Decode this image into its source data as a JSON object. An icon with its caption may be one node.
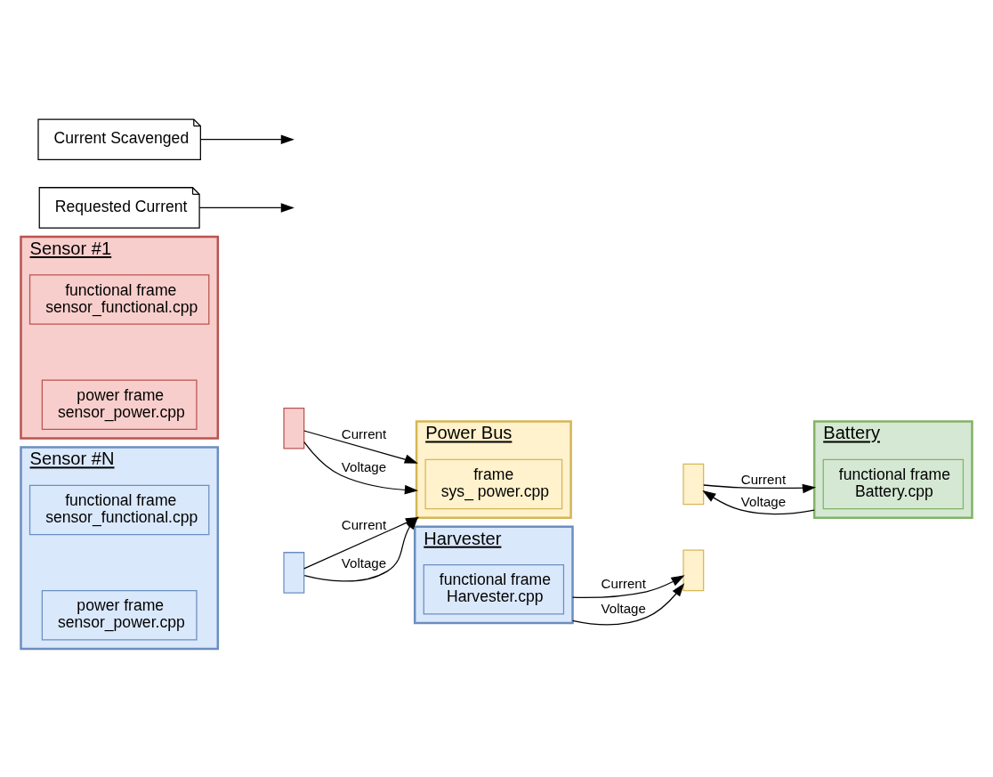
{
  "diagram": {
    "nodes": [
      {
        "text": [
          "Sensor #1"
        ]
      },
      {
        "text": [
          "functional frame",
          "sensor_functional.cpp"
        ],
        "in": 0
      },
      {
        "text": [
          "power frame",
          "sensor_power.cpp"
        ],
        "in": 0
      },
      {
        "text": [],
        "shape": "box"
      },
      {
        "text": [
          "Power Bus"
        ]
      },
      {
        "text": [
          "frame",
          "sys_ power.cpp"
        ],
        "in": 4
      },
      {
        "text": [],
        "shape": "box"
      },
      {
        "text": [],
        "shape": "box"
      },
      {
        "text": [
          "Requested Current"
        ]
      },
      {
        "text": [
          "Battery"
        ]
      },
      {
        "text": [
          "functional frame",
          "Battery.cpp"
        ],
        "in": 9
      },
      {
        "text": [
          "Current Scavenged"
        ]
      },
      {
        "text": [
          "Harvester"
        ]
      },
      {
        "text": [
          "functional frame",
          "Harvester.cpp"
        ],
        "in": 12
      },
      {
        "text": [
          "Sensor #N"
        ]
      },
      {
        "text": [
          "functional frame",
          "sensor_functional.cpp"
        ],
        "in": 14
      },
      {
        "text": [
          "power frame",
          "sensor_power.cpp"
        ],
        "in": 14
      },
      {
        "text": [],
        "shape": "box"
      }
    ],
    "edges": [
      {
        "from": 3,
        "to": 4,
        "arrow": "to",
        "label": "Current"
      },
      {
        "from": 3,
        "to": 4,
        "arrow": "to",
        "label": "Voltage"
      },
      {
        "from": 6,
        "to": 9,
        "arrow": "to",
        "label": "Current"
      },
      {
        "from": 9,
        "to": 6,
        "arrow": "to",
        "label": "Voltage"
      },
      {
        "from": 8,
        "to": null,
        "arrow": "to"
      },
      {
        "from": 11,
        "to": null,
        "arrow": "to"
      },
      {
        "from": 12,
        "to": 7,
        "arrow": "to",
        "label": "Current"
      },
      {
        "from": 12,
        "to": 7,
        "arrow": "to",
        "label": "Voltage"
      },
      {
        "from": 17,
        "to": 4,
        "arrow": "to",
        "label": "Current"
      },
      {
        "from": 17,
        "to": 4,
        "arrow": "to",
        "label": "Voltage"
      }
    ]
  }
}
